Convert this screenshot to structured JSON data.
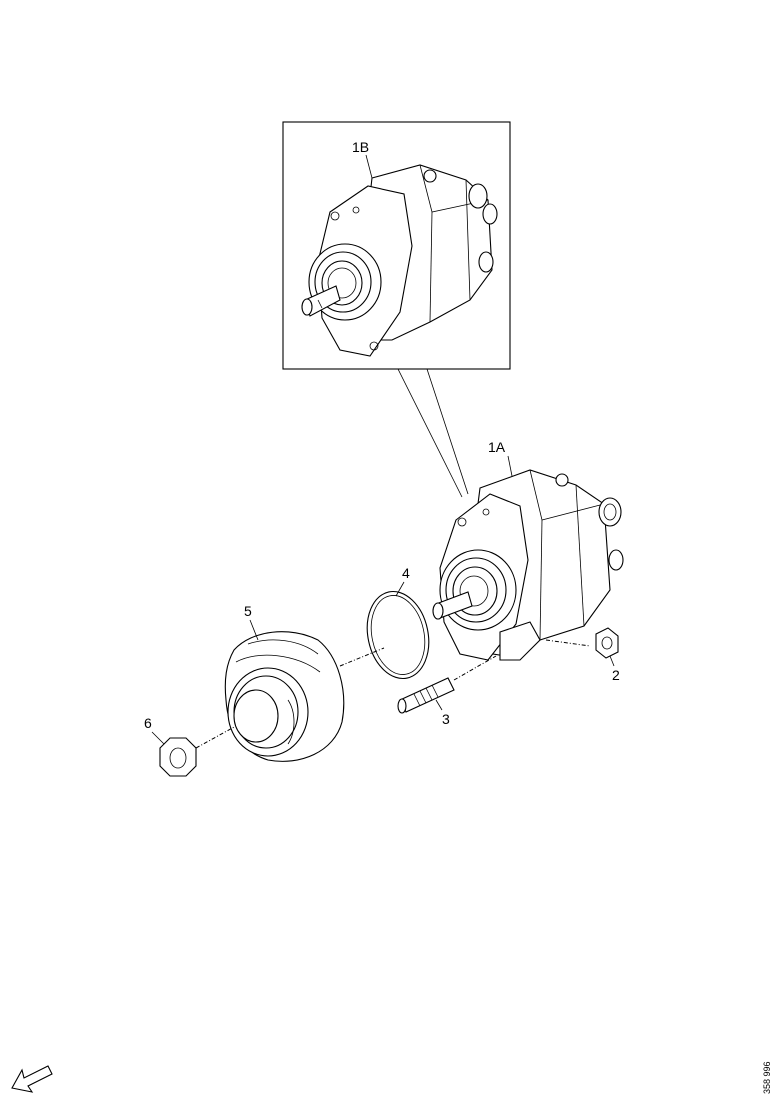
{
  "labels": {
    "part_1a": "1A",
    "part_1b": "1B",
    "part_2": "2",
    "part_3": "3",
    "part_4": "4",
    "part_5": "5",
    "part_6": "6"
  },
  "drawing_ref": "358 996",
  "icons": {
    "orientation": "direction-arrow-icon"
  }
}
